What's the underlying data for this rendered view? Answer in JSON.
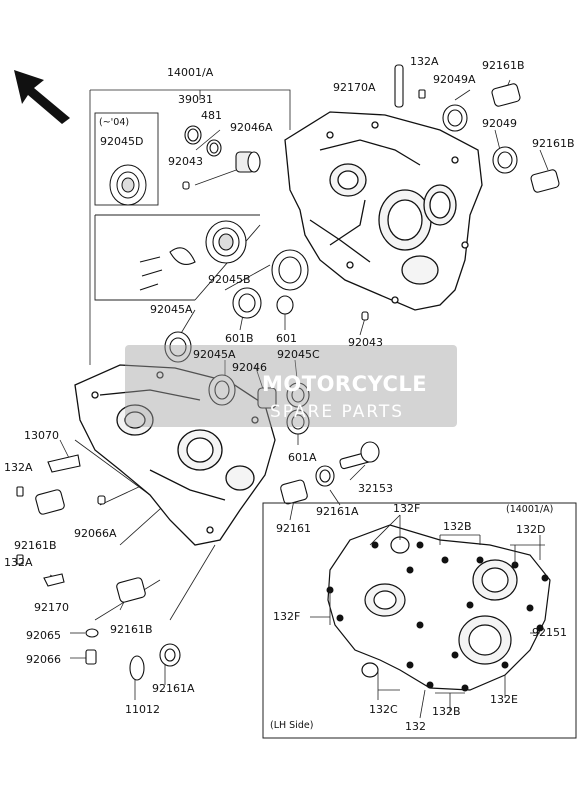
{
  "labels": {
    "l14001a": "14001/A",
    "l39031": "39031",
    "l481": "481",
    "l92046a": "92046A",
    "l92043a": "92043",
    "l92045d": "92045D",
    "l04": "(~'04)",
    "l92170a": "92170A",
    "l132a_top": "132A",
    "l92049a": "92049A",
    "l92161b_tr": "92161B",
    "l92049": "92049",
    "l92161b_r": "92161B",
    "l92045b": "92045B",
    "l92045a_1": "92045A",
    "l601b": "601B",
    "l601": "601",
    "l92043b": "92043",
    "l92045a_2": "92045A",
    "l92046": "92046",
    "l92045c": "92045C",
    "l13070": "13070",
    "l132a_l": "132A",
    "l601a": "601A",
    "l32153": "32153",
    "l92161b_l": "92161B",
    "l92066a": "92066A",
    "l92161": "92161",
    "l92161a_m": "92161A",
    "l132a_l2": "132A",
    "l92170": "92170",
    "l92161b_b": "92161B",
    "l92065": "92065",
    "l92066": "92066",
    "l92161a_b": "92161A",
    "l11012": "11012",
    "l132f_t": "132F",
    "l132b_t": "132B",
    "l14001a_inset": "(14001/A)",
    "l132d": "132D",
    "l132f_l": "132F",
    "l92151": "92151",
    "l132c": "132C",
    "l132": "132",
    "l132b_b": "132B",
    "l132e": "132E",
    "llhside": "(LH Side)"
  },
  "watermark": {
    "title": "MOTORCYCLE",
    "subtitle": "SPARE PARTS"
  },
  "colors": {
    "line": "#1a1a1a",
    "watermark_bg": "#a0a0a0",
    "accent": "#d98a3a"
  }
}
